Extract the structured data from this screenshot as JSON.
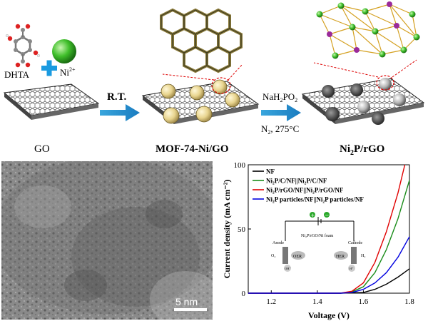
{
  "scheme": {
    "reagents": {
      "organic_linker": "DHTA",
      "metal_ion_base": "Ni",
      "metal_ion_charge": "2+"
    },
    "steps": [
      {
        "label_main": "R.T.",
        "label_sub": ""
      },
      {
        "label_main": "NaH",
        "sub1": "2",
        "mid": "PO",
        "sub2": "2",
        "line2": "N",
        "line2_sub": "2",
        "line2_rest": ", 275°C"
      }
    ],
    "materials": [
      {
        "name": "GO"
      },
      {
        "name": "MOF-74-Ni/GO"
      },
      {
        "name_base": "Ni",
        "name_sub": "2",
        "name_rest": "P/rGO"
      }
    ]
  },
  "tem": {
    "scale_bar": "5 nm"
  },
  "chart_data": {
    "type": "line",
    "xlabel": "Voltage (V)",
    "ylabel": "Current density (mA cm⁻²)",
    "xlim": [
      1.1,
      1.8
    ],
    "ylim": [
      0,
      100
    ],
    "xticks": [
      "1.2",
      "1.4",
      "1.6",
      "1.8"
    ],
    "yticks": [
      "0",
      "50",
      "100"
    ],
    "legend_position": "top-left",
    "series": [
      {
        "name": "NF",
        "color": "#000000",
        "x": [
          1.1,
          1.5,
          1.6,
          1.65,
          1.7,
          1.75,
          1.8
        ],
        "y": [
          0,
          0,
          0.5,
          3,
          7,
          12.5,
          19
        ]
      },
      {
        "name": "Ni₂P/C/NF||Ni₂P/C/NF",
        "color": "#1a8c1a",
        "x": [
          1.1,
          1.5,
          1.55,
          1.6,
          1.65,
          1.7,
          1.75,
          1.8
        ],
        "y": [
          0,
          0,
          1,
          5,
          16,
          34,
          58,
          88
        ]
      },
      {
        "name": "Ni₂P/rGO/NF||Ni₂P/rGO/NF",
        "color": "#e00000",
        "x": [
          1.1,
          1.5,
          1.55,
          1.6,
          1.65,
          1.7,
          1.75,
          1.78
        ],
        "y": [
          0,
          0,
          1.5,
          8,
          24,
          48,
          78,
          100
        ]
      },
      {
        "name": "Ni₂P particles/NF||Ni₂P particles/NF",
        "color": "#0000e0",
        "x": [
          1.1,
          1.5,
          1.55,
          1.6,
          1.65,
          1.7,
          1.75,
          1.8
        ],
        "y": [
          0,
          0,
          0.5,
          3,
          8,
          16,
          28,
          44
        ]
      }
    ],
    "inset": {
      "title": "Ni₂P/rGO/Ni foam",
      "plus": "+",
      "minus": "−",
      "anode": "Anode",
      "cathode": "Cathode",
      "oer": "OER",
      "her": "HER",
      "o2": "O₂",
      "h2": "H₂",
      "oh": "OH⁻",
      "hplus": "H⁺"
    }
  }
}
